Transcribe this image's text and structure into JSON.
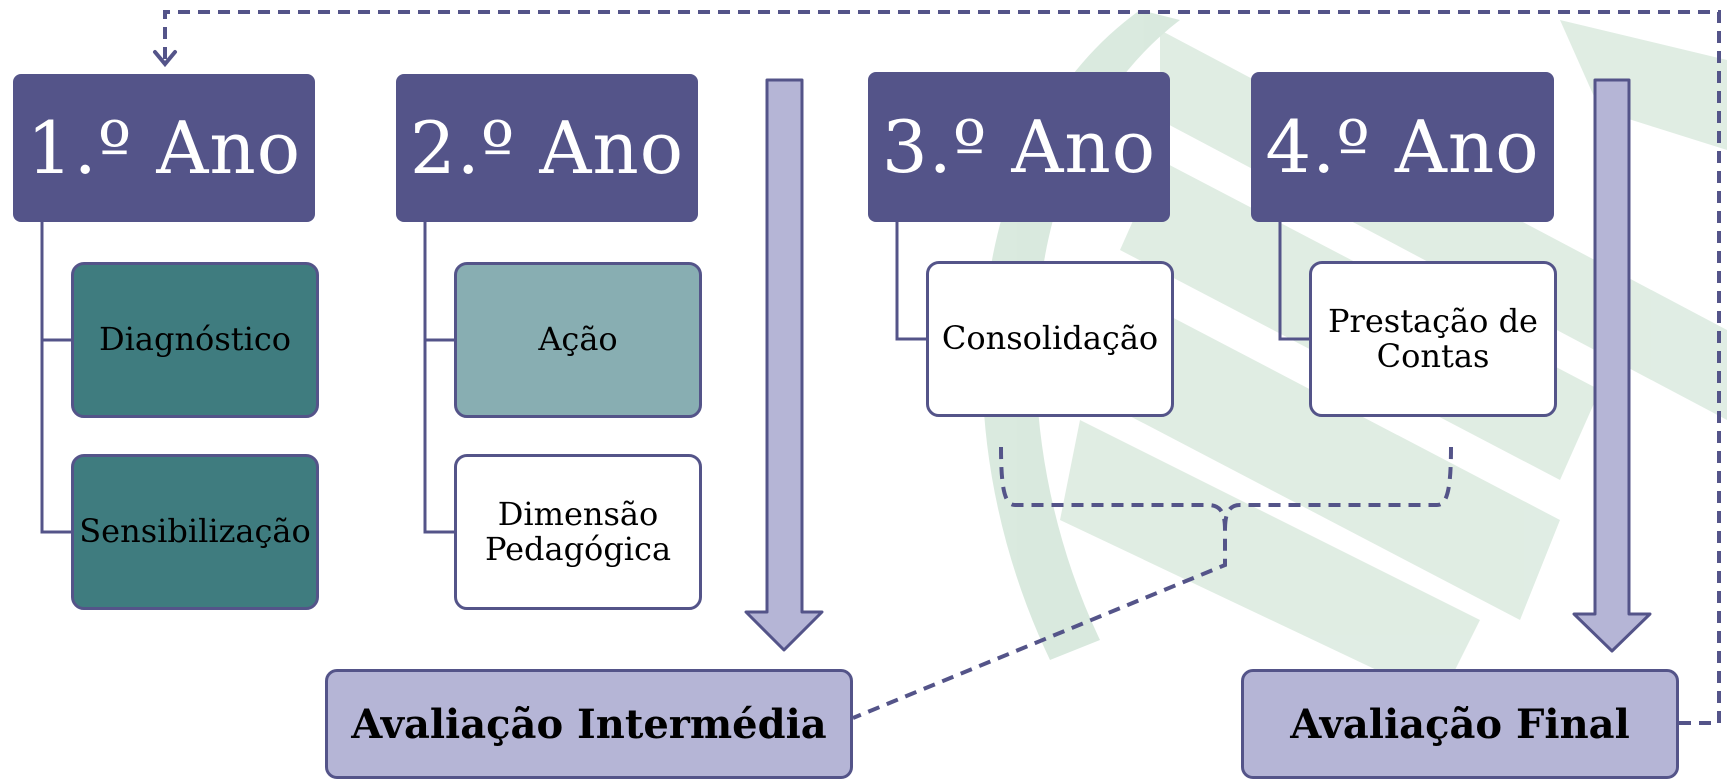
{
  "years": [
    {
      "label": "1.º Ano",
      "subitems": [
        "Diagnóstico",
        "Sensibilização"
      ]
    },
    {
      "label": "2.º Ano",
      "subitems": [
        "Ação",
        "Dimensão Pedagógica"
      ]
    },
    {
      "label": "3.º Ano",
      "subitems": [
        "Consolidação"
      ]
    },
    {
      "label": "4.º Ano",
      "subitems": [
        "Prestação de Contas"
      ]
    }
  ],
  "evaluations": {
    "intermediate": "Avaliação Intermédia",
    "final": "Avaliação Final"
  },
  "colors": {
    "year_fill": "#545489",
    "teal_dark": "#3f7c7f",
    "teal_light": "#88aeb2",
    "arrow_fill": "#b5b5d6",
    "eval_fill": "#b5b5d6",
    "connector": "#545489",
    "watermark": "#dbeadf"
  }
}
